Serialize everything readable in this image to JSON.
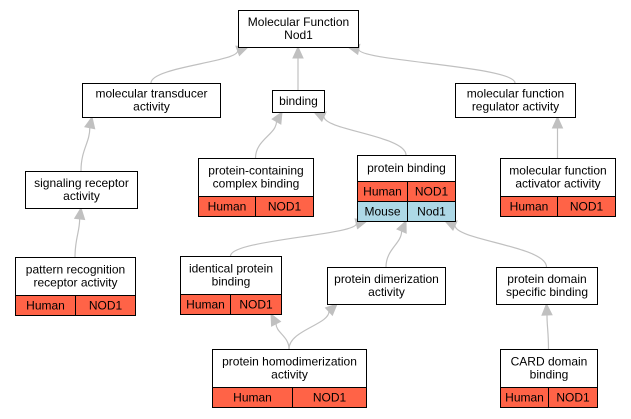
{
  "colors": {
    "human": "#ff6347",
    "mouse": "#add8e6",
    "edge": "#c0c0c0",
    "node_fill": "#ffffff",
    "node_stroke": "#000000"
  },
  "nodes": [
    {
      "id": "mf",
      "lines": [
        "Molecular Function",
        "Nod1"
      ],
      "tags": []
    },
    {
      "id": "mta",
      "lines": [
        "molecular transducer",
        "activity"
      ],
      "tags": []
    },
    {
      "id": "bind",
      "lines": [
        "binding"
      ],
      "tags": []
    },
    {
      "id": "mfr",
      "lines": [
        "molecular function",
        "regulator activity"
      ],
      "tags": []
    },
    {
      "id": "sra",
      "lines": [
        "signaling receptor",
        "activity"
      ],
      "tags": []
    },
    {
      "id": "pccb",
      "lines": [
        "protein-containing",
        "complex binding"
      ],
      "tags": [
        [
          {
            "text": "Human",
            "species": "human"
          },
          {
            "text": "NOD1",
            "species": "human"
          }
        ]
      ]
    },
    {
      "id": "pb",
      "lines": [
        "protein binding"
      ],
      "tags": [
        [
          {
            "text": "Human",
            "species": "human"
          },
          {
            "text": "NOD1",
            "species": "human"
          }
        ],
        [
          {
            "text": "Mouse",
            "species": "mouse"
          },
          {
            "text": "Nod1",
            "species": "mouse"
          }
        ]
      ]
    },
    {
      "id": "mfaa",
      "lines": [
        "molecular function",
        "activator activity"
      ],
      "tags": [
        [
          {
            "text": "Human",
            "species": "human"
          },
          {
            "text": "NOD1",
            "species": "human"
          }
        ]
      ]
    },
    {
      "id": "prra",
      "lines": [
        "pattern recognition",
        "receptor activity"
      ],
      "tags": [
        [
          {
            "text": "Human",
            "species": "human"
          },
          {
            "text": "NOD1",
            "species": "human"
          }
        ]
      ]
    },
    {
      "id": "ipb",
      "lines": [
        "identical protein",
        "binding"
      ],
      "tags": [
        [
          {
            "text": "Human",
            "species": "human"
          },
          {
            "text": "NOD1",
            "species": "human"
          }
        ]
      ]
    },
    {
      "id": "pda",
      "lines": [
        "protein dimerization",
        "activity"
      ],
      "tags": []
    },
    {
      "id": "pdsb",
      "lines": [
        "protein domain",
        "specific binding"
      ],
      "tags": []
    },
    {
      "id": "phda",
      "lines": [
        "protein homodimerization",
        "activity"
      ],
      "tags": [
        [
          {
            "text": "Human",
            "species": "human"
          },
          {
            "text": "NOD1",
            "species": "human"
          }
        ]
      ]
    },
    {
      "id": "cardb",
      "lines": [
        "CARD domain",
        "binding"
      ],
      "tags": [
        [
          {
            "text": "Human",
            "species": "human"
          },
          {
            "text": "NOD1",
            "species": "human"
          }
        ]
      ]
    }
  ],
  "edges": [
    {
      "from": "mta",
      "to": "mf"
    },
    {
      "from": "bind",
      "to": "mf"
    },
    {
      "from": "mfr",
      "to": "mf"
    },
    {
      "from": "sra",
      "to": "mta"
    },
    {
      "from": "pccb",
      "to": "bind"
    },
    {
      "from": "pb",
      "to": "bind"
    },
    {
      "from": "mfaa",
      "to": "mfr"
    },
    {
      "from": "prra",
      "to": "sra"
    },
    {
      "from": "ipb",
      "to": "pb"
    },
    {
      "from": "pda",
      "to": "pb"
    },
    {
      "from": "pdsb",
      "to": "pb"
    },
    {
      "from": "phda",
      "to": "ipb"
    },
    {
      "from": "phda",
      "to": "pda"
    },
    {
      "from": "cardb",
      "to": "pdsb"
    }
  ]
}
